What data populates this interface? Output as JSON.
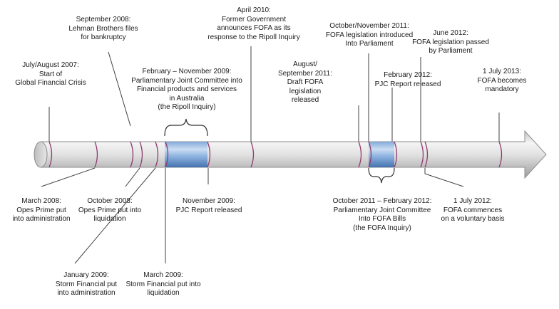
{
  "events": [
    {
      "id": "gfc",
      "lines": [
        "July/August 2007:",
        "Start of",
        "Global Financial Crisis"
      ]
    },
    {
      "id": "lehman",
      "lines": [
        "September 2008:",
        "Lehman Brothers files",
        "for bankruptcy"
      ]
    },
    {
      "id": "ripoll",
      "lines": [
        "February – November 2009:",
        "Parliamentary Joint Committee into",
        "Financial products and services",
        "in Australia",
        "(the Ripoll Inquiry)"
      ]
    },
    {
      "id": "announce",
      "lines": [
        "April 2010:",
        "Former Government",
        "announces FOFA as its",
        "response to the Ripoll Inquiry"
      ]
    },
    {
      "id": "draft",
      "lines": [
        "August/",
        "September 2011:",
        "Draft FOFA",
        "legislation",
        "released"
      ]
    },
    {
      "id": "introduced",
      "lines": [
        "October/November 2011:",
        "FOFA legislation introduced",
        "Into Parliament"
      ]
    },
    {
      "id": "pjc2012",
      "lines": [
        "February 2012:",
        "PJC Report released"
      ]
    },
    {
      "id": "passed",
      "lines": [
        "June 2012:",
        "FOFA legislation passed",
        "by Parliament"
      ]
    },
    {
      "id": "mandatory",
      "lines": [
        "1 July 2013:",
        "FOFA becomes",
        "mandatory"
      ]
    },
    {
      "id": "opes",
      "lines": [
        "March 2008:",
        "Opes Prime put",
        "into administration"
      ]
    },
    {
      "id": "opesliq",
      "lines": [
        "October 2008:",
        "Opes Prime put into",
        "liquidation"
      ]
    },
    {
      "id": "pjc2009",
      "lines": [
        "November 2009:",
        "PJC Report released"
      ]
    },
    {
      "id": "fofainq",
      "lines": [
        "October 2011 – February 2012:",
        "Parliamentary Joint Committee",
        "Into FOFA Bills",
        "(the FOFA Inquiry)"
      ]
    },
    {
      "id": "voluntary",
      "lines": [
        "1 July 2012:",
        "FOFA commences",
        "on a voluntary basis"
      ]
    },
    {
      "id": "stormadmin",
      "lines": [
        "January 2009:",
        "Storm Financial put",
        "into administration"
      ]
    },
    {
      "id": "stormliq",
      "lines": [
        "March 2009:",
        "Storm Financial put into",
        "liquidation"
      ]
    }
  ],
  "colors": {
    "arrow_light": "#f2f2f2",
    "arrow_mid": "#d6d6d6",
    "arrow_dark": "#9a9a9a",
    "arrow_outline": "#8c8c8c",
    "highlight": "#4f81bd",
    "tick": "#8e3a6e",
    "connector": "#404040"
  }
}
